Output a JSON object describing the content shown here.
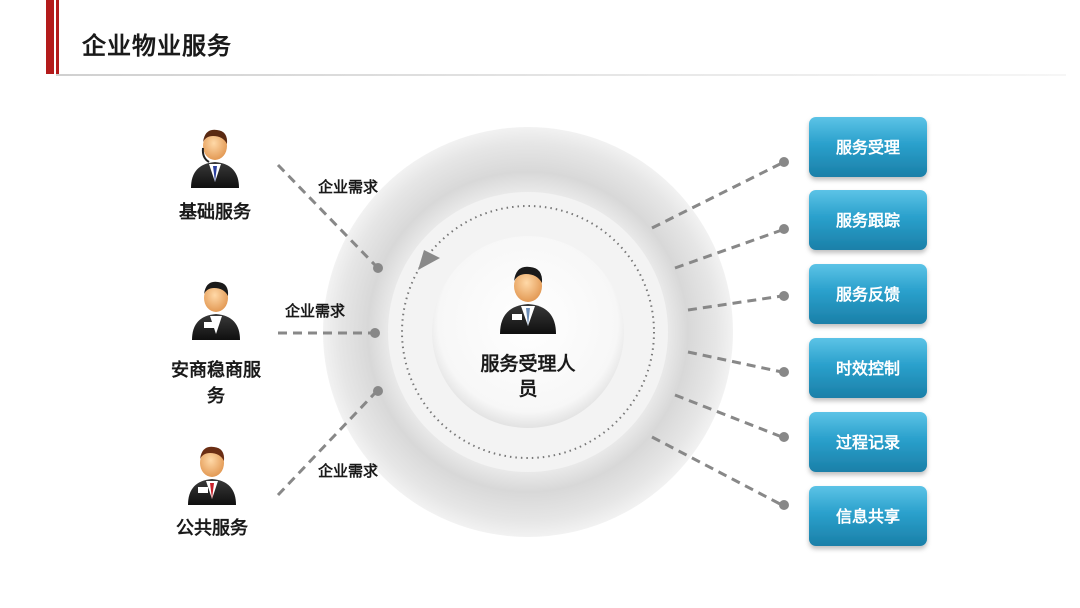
{
  "title": "企业物业服务",
  "providers": [
    {
      "label": "基础服务",
      "need": "企业需求"
    },
    {
      "label_line1": "安商稳商服",
      "label_line2": "务",
      "need": "企业需求"
    },
    {
      "label": "公共服务",
      "need": "企业需求"
    }
  ],
  "center": {
    "line1": "服务受理人",
    "line2": "员"
  },
  "services": [
    "服务受理",
    "服务跟踪",
    "服务反馈",
    "时效控制",
    "过程记录",
    "信息共享"
  ],
  "colors": {
    "accent_red": "#b31b1b",
    "service_box": "#2a9bc4",
    "dash_line": "#888888"
  }
}
